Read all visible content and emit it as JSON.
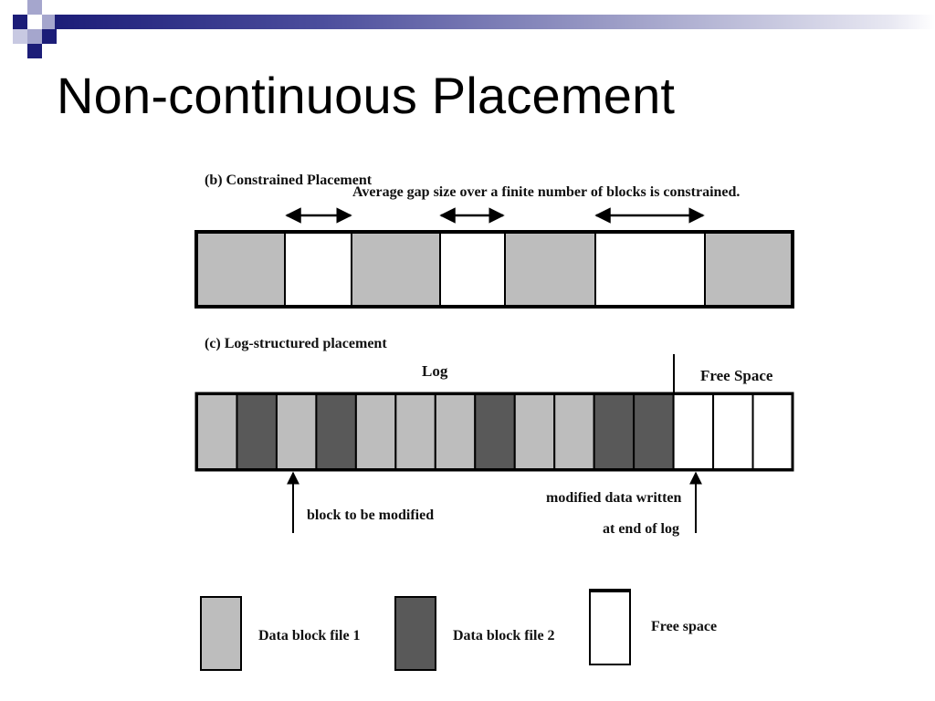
{
  "slide": {
    "title": "Non-continuous Placement"
  },
  "diagram": {
    "constrained": {
      "heading": "(b) Constrained Placement",
      "note": "Average gap size over a finite number of blocks is constrained.",
      "blocks": [
        "data",
        "gap",
        "data",
        "gap",
        "data",
        "gap",
        "data"
      ]
    },
    "log_structured": {
      "heading": "(c) Log-structured placement",
      "log_label": "Log",
      "free_label": "Free Space",
      "blocks": [
        "file1",
        "file2",
        "file1",
        "file2",
        "file1",
        "file1",
        "file1",
        "file2",
        "file1",
        "file1",
        "file2",
        "file2",
        "free",
        "free",
        "free"
      ],
      "arrow_left_label": "block to be modified",
      "arrow_right_label_line1": "modified data written",
      "arrow_right_label_line2": "at end of log"
    },
    "legend": {
      "file1": "Data block file 1",
      "file2": "Data block file 2",
      "free": "Free space"
    }
  },
  "colors": {
    "file1": "#bdbdbd",
    "file2": "#595959",
    "free": "#ffffff",
    "outline": "#000000",
    "accent_dark": "#1c1d78",
    "accent_light": "#a5a6cd"
  }
}
